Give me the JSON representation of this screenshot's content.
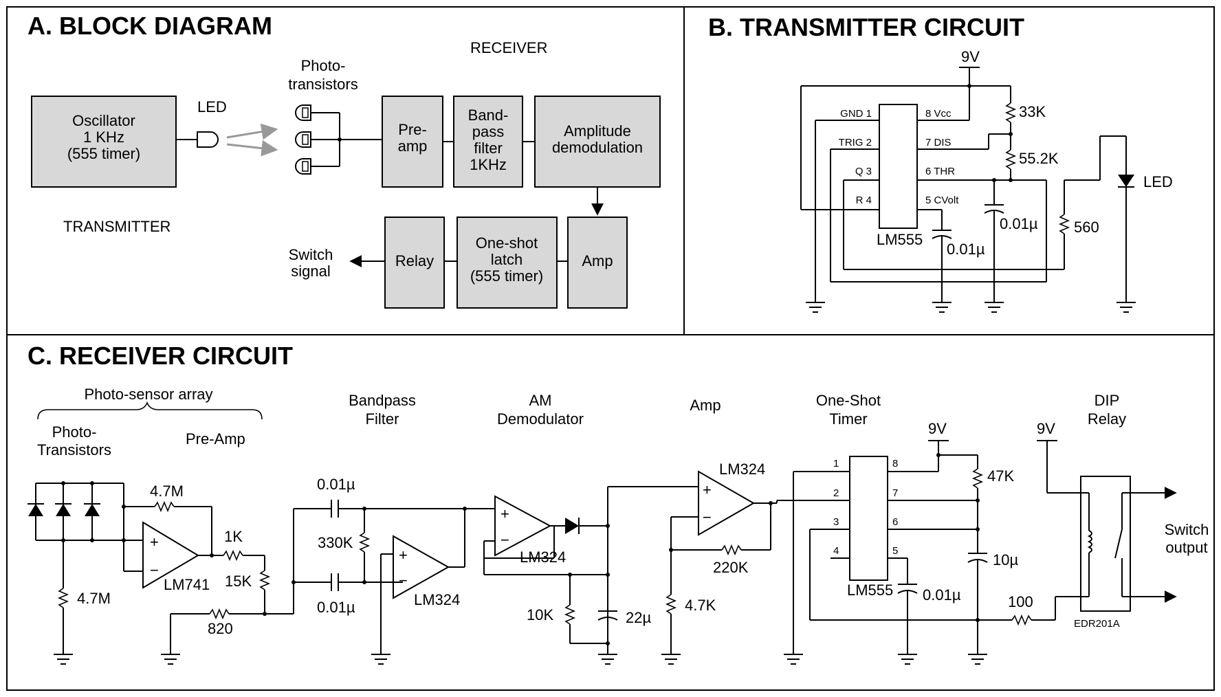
{
  "sections": {
    "a": "A. BLOCK DIAGRAM",
    "b": "B. TRANSMITTER CIRCUIT",
    "c": "C. RECEIVER CIRCUIT"
  },
  "block": {
    "receiver": "RECEIVER",
    "transmitter": "TRANSMITTER",
    "led": "LED",
    "photo": [
      "Photo-",
      "transistors"
    ],
    "oscillator": [
      "Oscillator",
      "1 KHz",
      "(555 timer)"
    ],
    "preamp": [
      "Pre-",
      "amp"
    ],
    "bandpass": [
      "Band-",
      "pass",
      "filter",
      "1KHz"
    ],
    "amplitude": [
      "Amplitude",
      "demodulation"
    ],
    "relay": "Relay",
    "oneshot": [
      "One-shot",
      "latch",
      "(555 timer)"
    ],
    "amp": "Amp",
    "switch": [
      "Switch",
      "signal"
    ]
  },
  "tx": {
    "v9": "9V",
    "pins_left": [
      "GND 1",
      "TRIG 2",
      "Q 3",
      "R 4"
    ],
    "pins_right": [
      "8 Vcc",
      "7 DIS",
      "6 THR",
      "5 CVolt"
    ],
    "ic": "LM555",
    "r1": "33K",
    "r2": "55.2K",
    "c1": "0.01µ",
    "c2": "0.01µ",
    "r3": "560",
    "led": "LED"
  },
  "rx": {
    "photo_array": "Photo-sensor array",
    "photo_tr": [
      "Photo-",
      "Transistors"
    ],
    "preamp": "Pre-Amp",
    "r47m_a": "4.7M",
    "r47m_b": "4.7M",
    "lm741": "LM741",
    "r1k": "1K",
    "r15k": "15K",
    "r820": "820",
    "bandpass": [
      "Bandpass",
      "Filter"
    ],
    "c01a": "0.01µ",
    "c01b": "0.01µ",
    "r330k": "330K",
    "lm324a": "LM324",
    "amdemod": [
      "AM",
      "Demodulator"
    ],
    "lm324b": "LM324",
    "r10k": "10K",
    "c22": "22µ",
    "amp": "Amp",
    "lm324c": "LM324",
    "r220k": "220K",
    "r47k_small": "4.7K",
    "oneshot": [
      "One-Shot",
      "Timer"
    ],
    "v9a": "9V",
    "pins": [
      "1",
      "2",
      "3",
      "4",
      "8",
      "7",
      "6",
      "5"
    ],
    "lm555": "LM555",
    "r47k": "47K",
    "c10": "10µ",
    "c01c": "0.01µ",
    "r100": "100",
    "dip": [
      "DIP",
      "Relay"
    ],
    "v9b": "9V",
    "switch_out": [
      "Switch",
      "output"
    ],
    "edr": "EDR201A"
  }
}
